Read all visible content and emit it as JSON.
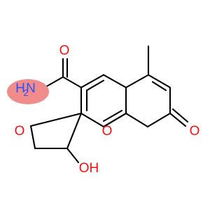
{
  "colors": {
    "bond": "#000000",
    "oxygen": "#ff0d0d",
    "nitrogen": "#3050f8",
    "amine_highlight": "#f08c8c",
    "background": "#ffffff"
  },
  "labels": {
    "amide_oxygen": "O",
    "amine_n": "N",
    "amine_h": "H",
    "amine_sub": "2",
    "furan_oxygen": "O",
    "lactone_ring_oxygen": "O",
    "carbonyl_oxygen": "O",
    "hydroxyl": "OH"
  }
}
